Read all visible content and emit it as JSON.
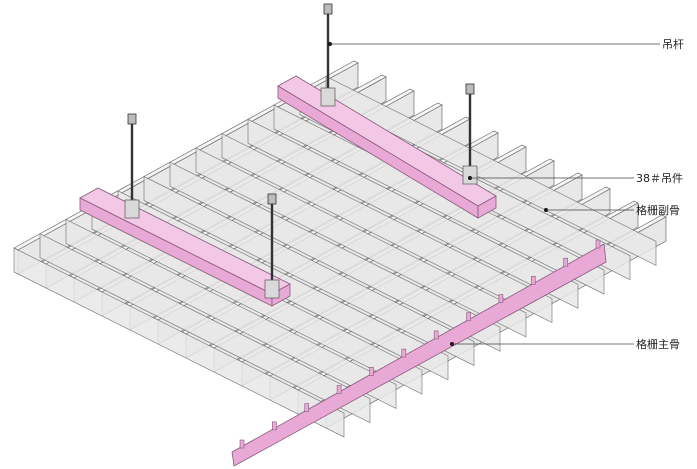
{
  "labels": {
    "hanger_rod": "吊杆",
    "hanger_38": "38＃吊件",
    "secondary_grid": "格栅副骨",
    "main_grid": "格栅主骨"
  },
  "colors": {
    "grille": "#e8e8e8",
    "main_beam": "#e8a9d6",
    "line": "#444444"
  }
}
